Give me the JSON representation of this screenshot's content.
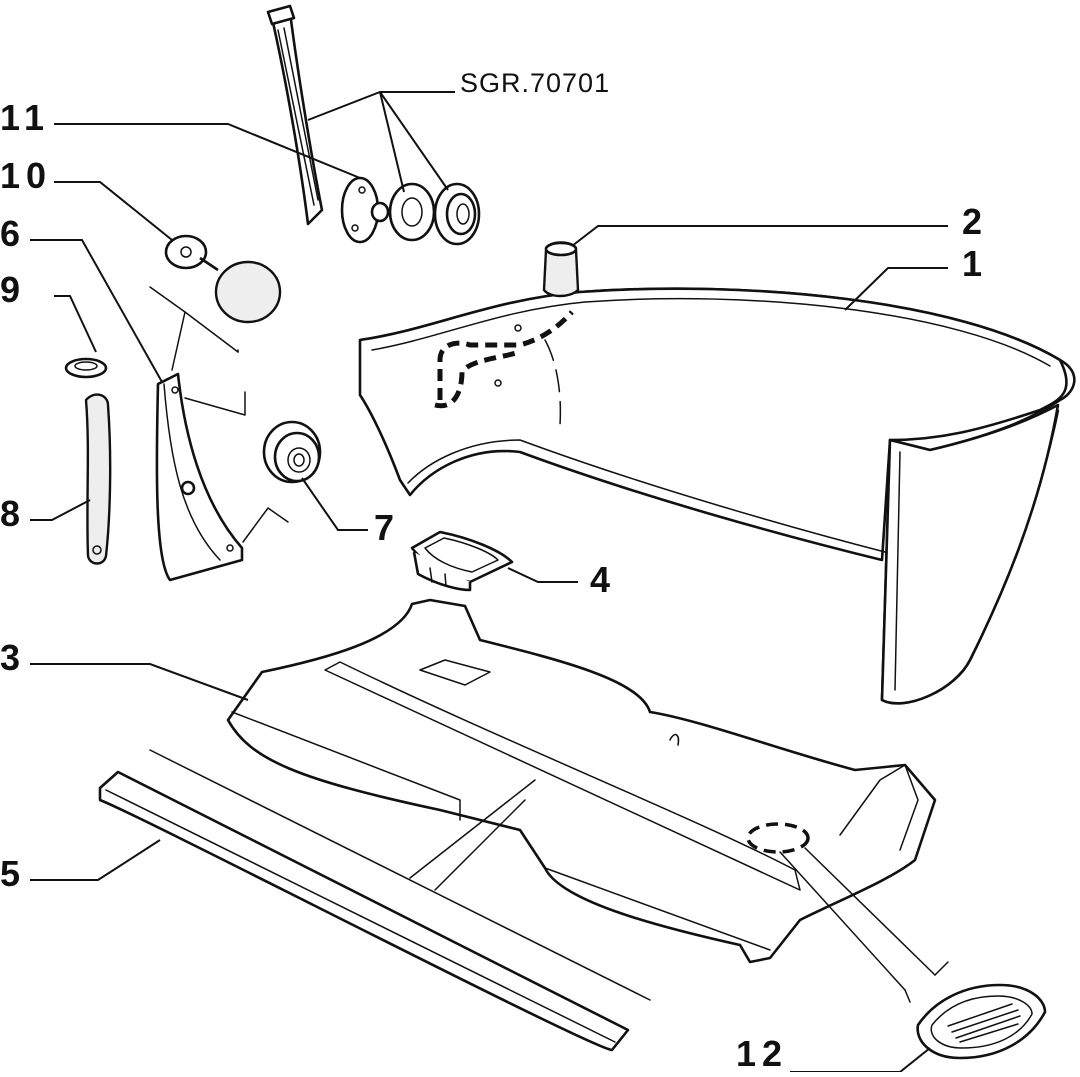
{
  "diagram": {
    "reference_code": "SGR.70701",
    "callouts": {
      "p1": "1",
      "p2": "2",
      "p3": "3",
      "p4": "4",
      "p5": "5",
      "p6": "6",
      "p7": "7",
      "p8": "8",
      "p9": "9",
      "p10": "10",
      "p11": "11",
      "p12": "12"
    }
  }
}
